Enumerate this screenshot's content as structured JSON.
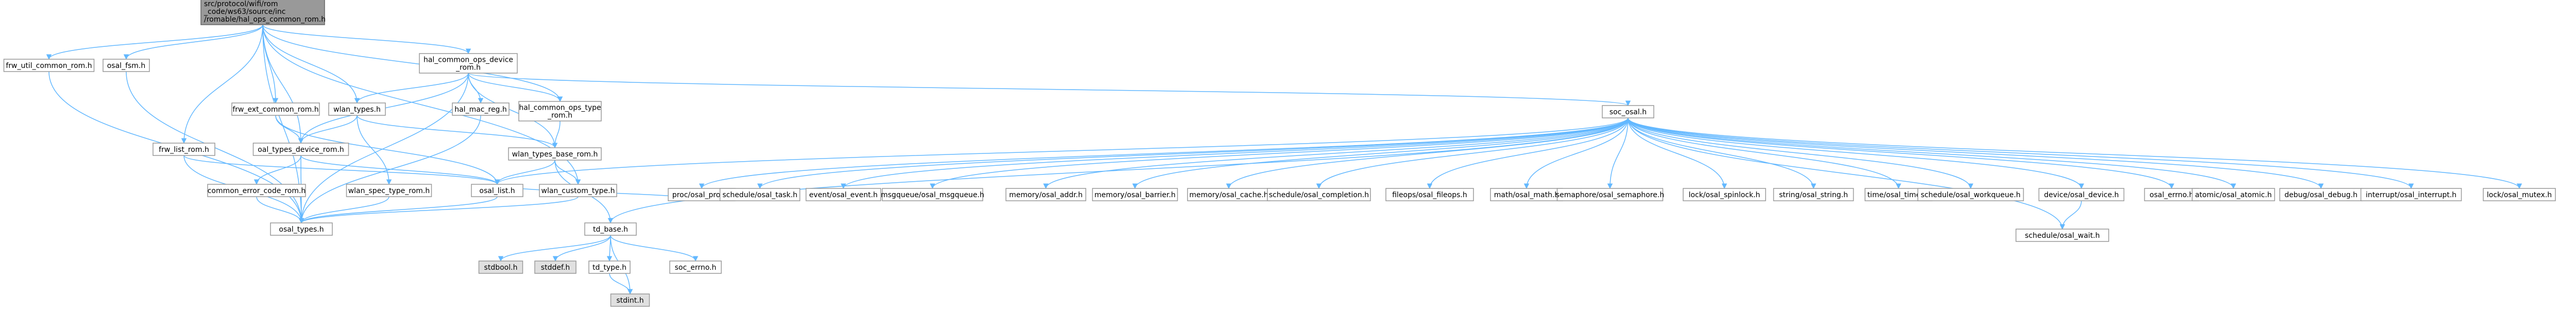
{
  "graph": {
    "nodes": [
      {
        "id": "root",
        "lines": [
          "src/protocol/wifi/rom",
          "_code/ws63/source/inc",
          "/romable/hal_ops_common_rom.h"
        ]
      },
      {
        "id": "frw_util_common_rom",
        "lines": [
          "frw_util_common_rom.h"
        ]
      },
      {
        "id": "osal_fsm",
        "lines": [
          "osal_fsm.h"
        ]
      },
      {
        "id": "hal_common_ops_device_rom",
        "lines": [
          "hal_common_ops_device",
          "_rom.h"
        ]
      },
      {
        "id": "frw_ext_common_rom",
        "lines": [
          "frw_ext_common_rom.h"
        ]
      },
      {
        "id": "wlan_types",
        "lines": [
          "wlan_types.h"
        ]
      },
      {
        "id": "hal_mac_reg",
        "lines": [
          "hal_mac_reg.h"
        ]
      },
      {
        "id": "hal_common_ops_type_rom",
        "lines": [
          "hal_common_ops_type",
          "_rom.h"
        ]
      },
      {
        "id": "frw_list_rom",
        "lines": [
          "frw_list_rom.h"
        ]
      },
      {
        "id": "oal_types_device_rom",
        "lines": [
          "oal_types_device_rom.h"
        ]
      },
      {
        "id": "wlan_types_base_rom",
        "lines": [
          "wlan_types_base_rom.h"
        ]
      },
      {
        "id": "common_error_code_rom",
        "lines": [
          "common_error_code_rom.h"
        ]
      },
      {
        "id": "wlan_spec_type_rom",
        "lines": [
          "wlan_spec_type_rom.h"
        ]
      },
      {
        "id": "osal_list",
        "lines": [
          "osal_list.h"
        ]
      },
      {
        "id": "wlan_custom_type",
        "lines": [
          "wlan_custom_type.h"
        ]
      },
      {
        "id": "osal_types",
        "lines": [
          "osal_types.h"
        ]
      },
      {
        "id": "td_base",
        "lines": [
          "td_base.h"
        ]
      },
      {
        "id": "stdbool",
        "lines": [
          "stdbool.h"
        ],
        "sys": true
      },
      {
        "id": "stddef",
        "lines": [
          "stddef.h"
        ],
        "sys": true
      },
      {
        "id": "td_type",
        "lines": [
          "td_type.h"
        ]
      },
      {
        "id": "soc_errno",
        "lines": [
          "soc_errno.h"
        ]
      },
      {
        "id": "stdint",
        "lines": [
          "stdint.h"
        ],
        "sys": true
      },
      {
        "id": "soc_osal",
        "lines": [
          "soc_osal.h"
        ]
      },
      {
        "id": "proc_osal_proc",
        "lines": [
          "proc/osal_proc.h"
        ]
      },
      {
        "id": "schedule_osal_task",
        "lines": [
          "schedule/osal_task.h"
        ]
      },
      {
        "id": "event_osal_event",
        "lines": [
          "event/osal_event.h"
        ]
      },
      {
        "id": "msgqueue_osal_msgqueue",
        "lines": [
          "msgqueue/osal_msgqueue.h"
        ]
      },
      {
        "id": "memory_osal_addr",
        "lines": [
          "memory/osal_addr.h"
        ]
      },
      {
        "id": "memory_osal_barrier",
        "lines": [
          "memory/osal_barrier.h"
        ]
      },
      {
        "id": "memory_osal_cache",
        "lines": [
          "memory/osal_cache.h"
        ]
      },
      {
        "id": "schedule_osal_completion",
        "lines": [
          "schedule/osal_completion.h"
        ]
      },
      {
        "id": "fileops_osal_fileops",
        "lines": [
          "fileops/osal_fileops.h"
        ]
      },
      {
        "id": "math_osal_math",
        "lines": [
          "math/osal_math.h"
        ]
      },
      {
        "id": "semaphore_osal_semaphore",
        "lines": [
          "semaphore/osal_semaphore.h"
        ]
      },
      {
        "id": "lock_osal_spinlock",
        "lines": [
          "lock/osal_spinlock.h"
        ]
      },
      {
        "id": "string_osal_string",
        "lines": [
          "string/osal_string.h"
        ]
      },
      {
        "id": "time_osal_timer",
        "lines": [
          "time/osal_timer.h"
        ]
      },
      {
        "id": "schedule_osal_workqueue",
        "lines": [
          "schedule/osal_workqueue.h"
        ]
      },
      {
        "id": "device_osal_device",
        "lines": [
          "device/osal_device.h"
        ]
      },
      {
        "id": "osal_errno",
        "lines": [
          "osal_errno.h"
        ]
      },
      {
        "id": "atomic_osal_atomic",
        "lines": [
          "atomic/osal_atomic.h"
        ]
      },
      {
        "id": "debug_osal_debug",
        "lines": [
          "debug/osal_debug.h"
        ]
      },
      {
        "id": "interrupt_osal_interrupt",
        "lines": [
          "interrupt/osal_interrupt.h"
        ]
      },
      {
        "id": "lock_osal_mutex",
        "lines": [
          "lock/osal_mutex.h"
        ]
      },
      {
        "id": "schedule_osal_wait",
        "lines": [
          "schedule/osal_wait.h"
        ]
      }
    ],
    "edges": [
      [
        "root",
        "frw_util_common_rom"
      ],
      [
        "root",
        "osal_fsm"
      ],
      [
        "root",
        "hal_common_ops_device_rom"
      ],
      [
        "root",
        "frw_ext_common_rom"
      ],
      [
        "root",
        "wlan_types"
      ],
      [
        "root",
        "hal_common_ops_type_rom"
      ],
      [
        "root",
        "frw_list_rom"
      ],
      [
        "root",
        "oal_types_device_rom"
      ],
      [
        "root",
        "osal_types"
      ],
      [
        "root",
        "wlan_custom_type"
      ],
      [
        "frw_util_common_rom",
        "osal_types"
      ],
      [
        "osal_fsm",
        "osal_types"
      ],
      [
        "hal_common_ops_device_rom",
        "wlan_types"
      ],
      [
        "hal_common_ops_device_rom",
        "hal_mac_reg"
      ],
      [
        "hal_common_ops_device_rom",
        "hal_common_ops_type_rom"
      ],
      [
        "hal_common_ops_device_rom",
        "soc_osal"
      ],
      [
        "hal_common_ops_device_rom",
        "oal_types_device_rom"
      ],
      [
        "hal_common_ops_device_rom",
        "wlan_types_base_rom"
      ],
      [
        "hal_common_ops_device_rom",
        "osal_types"
      ],
      [
        "frw_ext_common_rom",
        "oal_types_device_rom"
      ],
      [
        "frw_ext_common_rom",
        "osal_list"
      ],
      [
        "wlan_types",
        "oal_types_device_rom"
      ],
      [
        "wlan_types",
        "wlan_spec_type_rom"
      ],
      [
        "wlan_types",
        "wlan_types_base_rom"
      ],
      [
        "hal_common_ops_type_rom",
        "wlan_types_base_rom"
      ],
      [
        "hal_mac_reg",
        "osal_types"
      ],
      [
        "frw_list_rom",
        "osal_types"
      ],
      [
        "frw_list_rom",
        "osal_list"
      ],
      [
        "oal_types_device_rom",
        "common_error_code_rom"
      ],
      [
        "oal_types_device_rom",
        "osal_types"
      ],
      [
        "oal_types_device_rom",
        "osal_list"
      ],
      [
        "common_error_code_rom",
        "osal_types"
      ],
      [
        "wlan_types_base_rom",
        "osal_list"
      ],
      [
        "wlan_types_base_rom",
        "wlan_custom_type"
      ],
      [
        "wlan_types_base_rom",
        "td_base"
      ],
      [
        "wlan_spec_type_rom",
        "osal_types"
      ],
      [
        "wlan_custom_type",
        "osal_types"
      ],
      [
        "osal_list",
        "osal_types"
      ],
      [
        "td_base",
        "stdbool"
      ],
      [
        "td_base",
        "stddef"
      ],
      [
        "td_base",
        "td_type"
      ],
      [
        "td_base",
        "soc_errno"
      ],
      [
        "td_base",
        "stdint"
      ],
      [
        "td_type",
        "stdint"
      ],
      [
        "soc_osal",
        "proc_osal_proc"
      ],
      [
        "soc_osal",
        "schedule_osal_task"
      ],
      [
        "soc_osal",
        "event_osal_event"
      ],
      [
        "soc_osal",
        "msgqueue_osal_msgqueue"
      ],
      [
        "soc_osal",
        "memory_osal_addr"
      ],
      [
        "soc_osal",
        "memory_osal_barrier"
      ],
      [
        "soc_osal",
        "memory_osal_cache"
      ],
      [
        "soc_osal",
        "schedule_osal_completion"
      ],
      [
        "soc_osal",
        "fileops_osal_fileops"
      ],
      [
        "soc_osal",
        "math_osal_math"
      ],
      [
        "soc_osal",
        "semaphore_osal_semaphore"
      ],
      [
        "soc_osal",
        "lock_osal_spinlock"
      ],
      [
        "soc_osal",
        "string_osal_string"
      ],
      [
        "soc_osal",
        "time_osal_timer"
      ],
      [
        "soc_osal",
        "schedule_osal_workqueue"
      ],
      [
        "soc_osal",
        "device_osal_device"
      ],
      [
        "soc_osal",
        "osal_errno"
      ],
      [
        "soc_osal",
        "atomic_osal_atomic"
      ],
      [
        "soc_osal",
        "debug_osal_debug"
      ],
      [
        "soc_osal",
        "interrupt_osal_interrupt"
      ],
      [
        "soc_osal",
        "lock_osal_mutex"
      ],
      [
        "soc_osal",
        "schedule_osal_wait"
      ],
      [
        "soc_osal",
        "osal_list"
      ],
      [
        "soc_osal",
        "td_base"
      ],
      [
        "proc_osal_proc",
        "osal_list"
      ],
      [
        "device_osal_device",
        "schedule_osal_wait"
      ]
    ]
  }
}
